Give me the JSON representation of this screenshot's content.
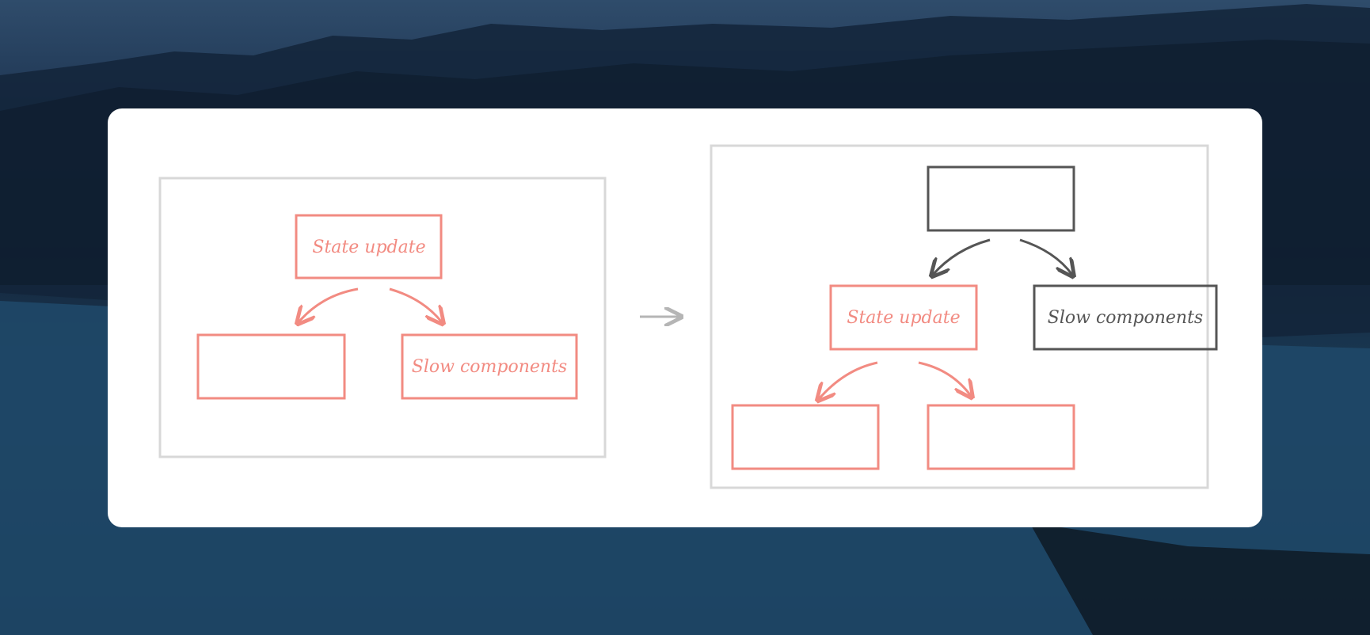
{
  "colors": {
    "accent_red": "#f28b82",
    "dark_gray": "#555555",
    "light_gray": "#d8d8d8",
    "arrow_gray": "#b5b5b5",
    "card_bg": "#ffffff"
  },
  "diagram": {
    "before": {
      "state_update_label": "State update",
      "slow_components_label": "Slow components"
    },
    "after": {
      "state_update_label": "State update",
      "slow_components_label": "Slow components"
    }
  }
}
